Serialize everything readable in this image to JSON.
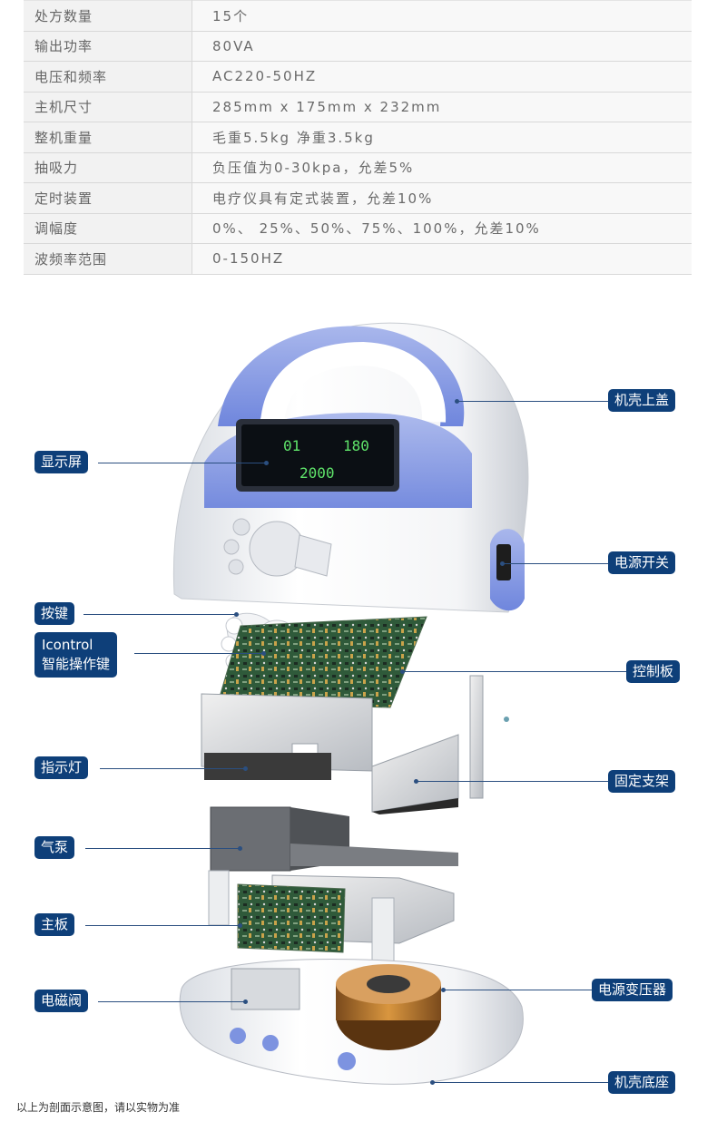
{
  "specs": [
    {
      "key": "处方数量",
      "value": "15个"
    },
    {
      "key": "输出功率",
      "value": "80VA"
    },
    {
      "key": "电压和频率",
      "value": "AC220-50HZ"
    },
    {
      "key": "主机尺寸",
      "value": "285mm x 175mm x 232mm"
    },
    {
      "key": "整机重量",
      "value": "毛重5.5kg    净重3.5kg"
    },
    {
      "key": "抽吸力",
      "value": "负压值为0-30kpa，允差5%"
    },
    {
      "key": "定时装置",
      "value": "电疗仪具有定式装置，允差10%"
    },
    {
      "key": "调幅度",
      "value": "0%、 25%、50%、75%、100%，允差10%"
    },
    {
      "key": "波频率范围",
      "value": "0-150HZ"
    }
  ],
  "display": {
    "left_num": "01",
    "right_num": "180",
    "center_num": "2000"
  },
  "callouts": {
    "top_cover": "机壳上盖",
    "screen": "显示屏",
    "power_switch": "电源开关",
    "buttons": "按键",
    "icontrol_line1": "Icontrol",
    "icontrol_line2": "智能操作键",
    "control_board": "控制板",
    "indicator": "指示灯",
    "bracket": "固定支架",
    "air_pump": "气泵",
    "main_board": "主板",
    "solenoid": "电磁阀",
    "transformer": "电源变压器",
    "base": "机壳底座"
  },
  "footnote": "以上为剖面示意图，请以实物为准"
}
